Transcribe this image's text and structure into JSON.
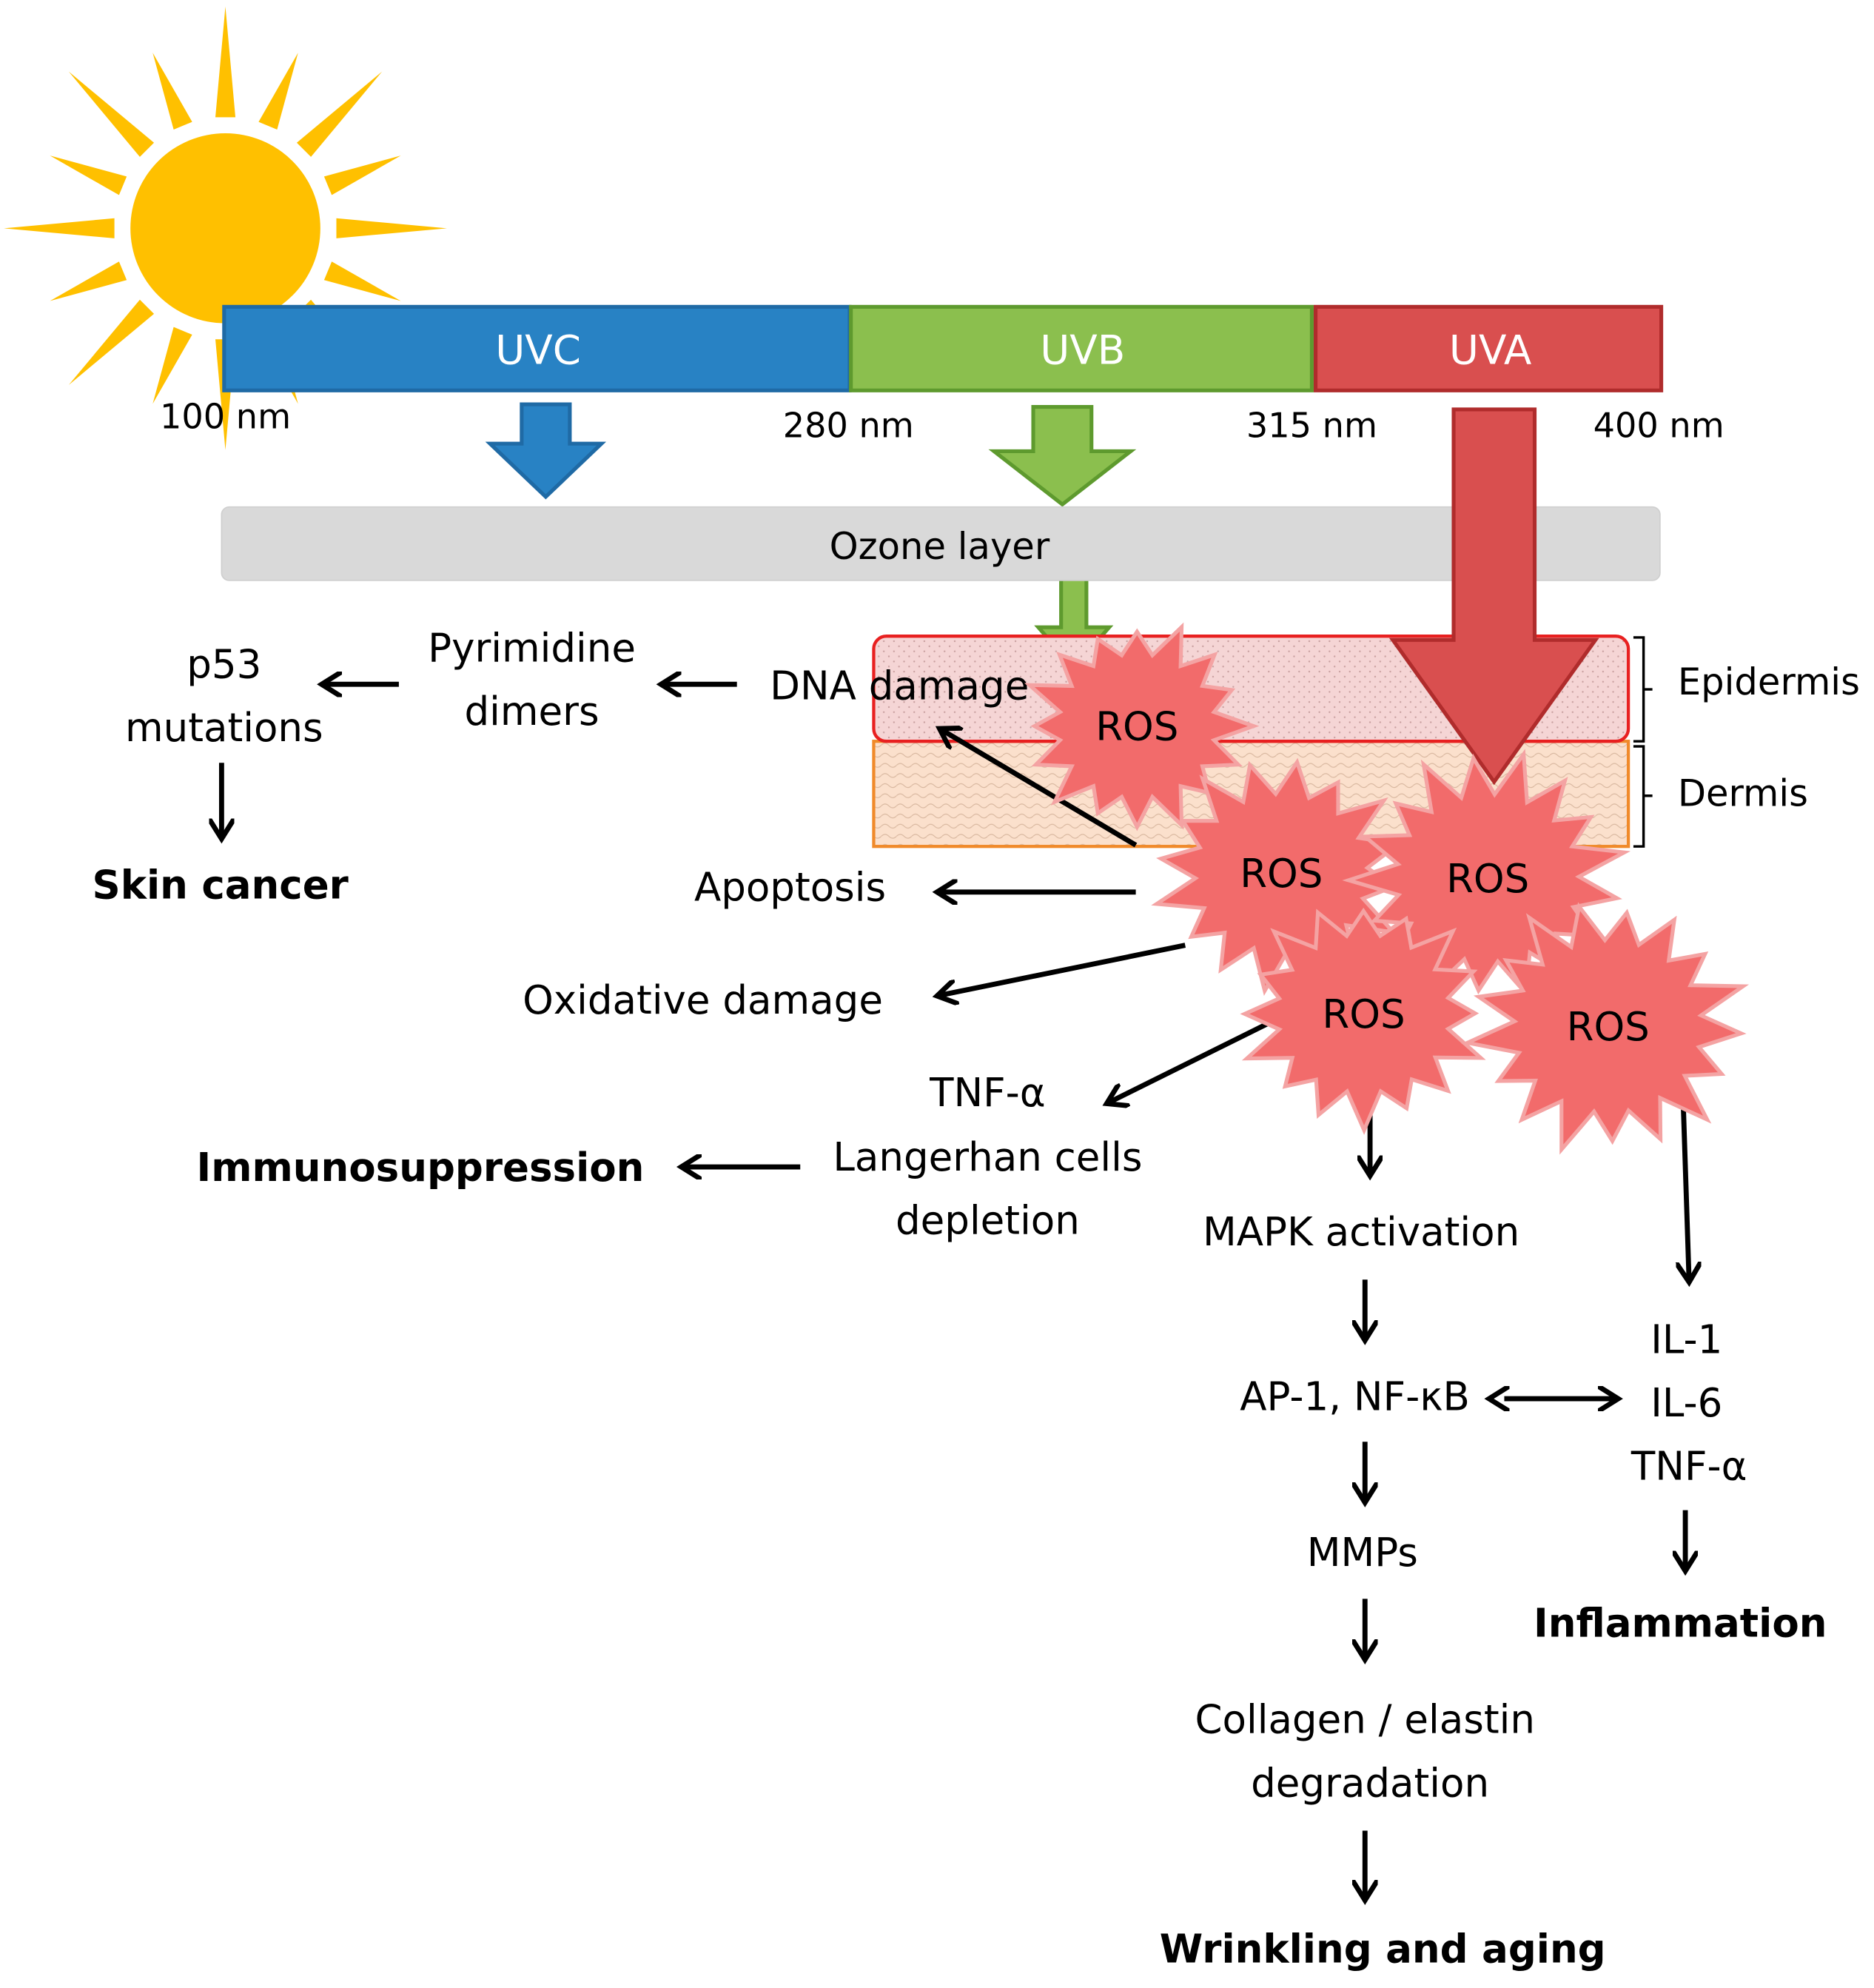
{
  "spectrum": {
    "bands": [
      {
        "label": "UVC",
        "color": "#2882c4"
      },
      {
        "label": "UVB",
        "color": "#8bbf4e"
      },
      {
        "label": "UVA",
        "color": "#d94f4f"
      }
    ],
    "wavelengths": [
      "100 nm",
      "280 nm",
      "315 nm",
      "400 nm"
    ]
  },
  "ozone": {
    "label": "Ozone layer"
  },
  "skin": {
    "epidermis": "Epidermis",
    "dermis": "Dermis"
  },
  "ros": {
    "label": "ROS"
  },
  "labels": {
    "dna_damage": "DNA damage",
    "pyrimidine": [
      "Pyrimidine",
      "dimers"
    ],
    "p53": [
      "p53",
      "mutations"
    ],
    "skin_cancer": "Skin cancer",
    "apoptosis": "Apoptosis",
    "oxidative": "Oxidative damage",
    "tnf_lang": [
      "TNF-α",
      "Langerhan cells",
      "depletion"
    ],
    "immuno": "Immunosuppression",
    "mapk": "MAPK activation",
    "ap1": "AP-1, NF-κB",
    "mmps": "MMPs",
    "collagen": [
      "Collagen / elastin",
      "degradation"
    ],
    "wrinkling": "Wrinkling and aging",
    "interleukins": [
      "IL-1",
      "IL-6",
      "TNF-α"
    ],
    "inflammation": "Inflammation"
  }
}
